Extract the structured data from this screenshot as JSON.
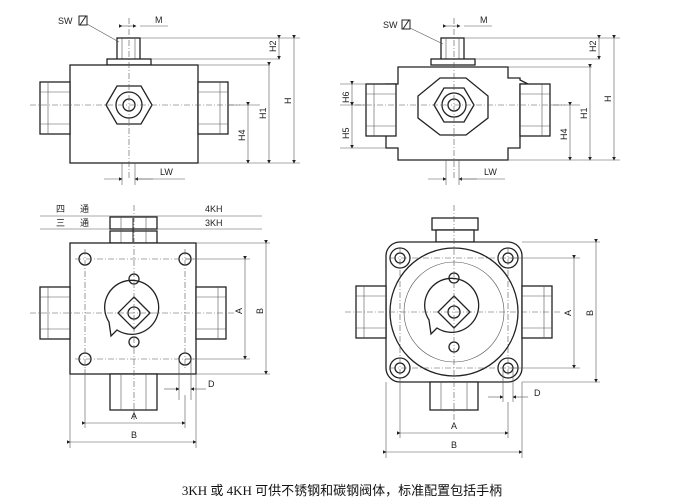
{
  "views": {
    "top_left": {
      "sw": "SW",
      "m": "M",
      "h2": "H2",
      "h1": "H1",
      "h": "H",
      "h4": "H4",
      "lw": "LW"
    },
    "top_right": {
      "sw": "SW",
      "m": "M",
      "h2": "H2",
      "h1": "H1",
      "h": "H",
      "h4": "H4",
      "h5": "H5",
      "h6": "H6",
      "lw": "LW"
    },
    "bottom_left": {
      "four_way_a": "四",
      "four_way_b": "通",
      "three_way_a": "三",
      "three_way_b": "通",
      "four_kh": "4KH",
      "three_kh": "3KH",
      "a_dim": "A",
      "b_dim": "B",
      "d_dim": "D",
      "a_vert": "A",
      "b_vert": "B"
    },
    "bottom_right": {
      "a_dim": "A",
      "b_dim": "B",
      "d_dim": "D",
      "a_vert": "A",
      "b_vert": "B"
    }
  },
  "caption": "3KH 或 4KH 可供不锈钢和碳钢阀体，标准配置包括手柄"
}
